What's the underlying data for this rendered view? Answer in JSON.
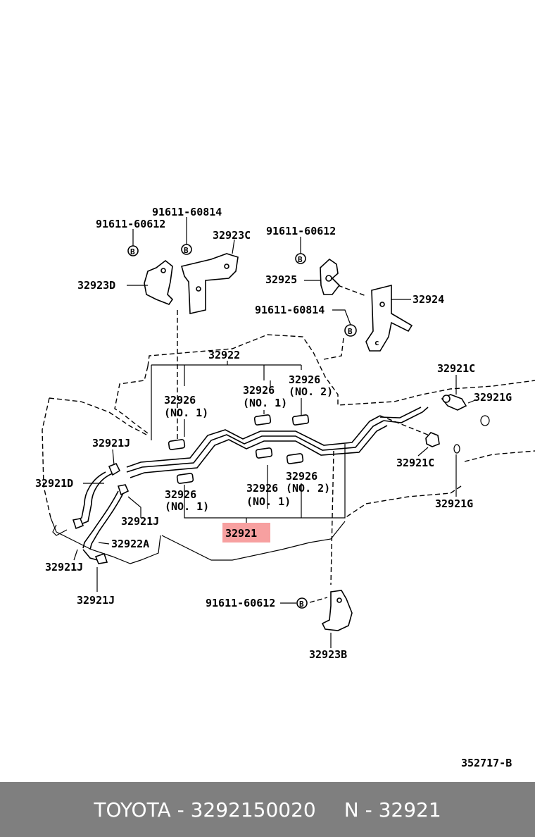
{
  "diagram": {
    "labels": {
      "p91611_60814_top": "91611-60814",
      "p91611_60612_left": "91611-60612",
      "p32923C": "32923C",
      "p91611_60612_right": "91611-60612",
      "p32923D": "32923D",
      "p32925": "32925",
      "p32924": "32924",
      "p91611_60814_mid": "91611-60814",
      "p32922": "32922",
      "p32921C_top": "32921C",
      "p32926_a": "32926",
      "p32926_a_no": "(NO. 1)",
      "p32926_b": "32926",
      "p32926_b_no": "(NO. 1)",
      "p32926_c": "32926",
      "p32926_c_no": "(NO. 2)",
      "p32921G_top": "32921G",
      "p32921J_1": "32921J",
      "p32921C_mid": "32921C",
      "p32921D": "32921D",
      "p32926_d": "32926",
      "p32926_d_no": "(NO. 2)",
      "p32926_e": "32926",
      "p32926_e_no": "(NO. 1)",
      "p32926_f": "32926",
      "p32926_f_no": "(NO. 1)",
      "p32921G_mid": "32921G",
      "p32921J_2": "32921J",
      "p32921_main": "32921",
      "p32922A": "32922A",
      "p32921J_3": "32921J",
      "p32921J_4": "32921J",
      "p91611_60612_bottom": "91611-60612",
      "p32923B": "32923B",
      "bolt_marker": "B",
      "diagram_code": "352717-B"
    }
  },
  "footer": {
    "brand_part": "TOYOTA - 3292150020",
    "ref": "N - 32921"
  }
}
